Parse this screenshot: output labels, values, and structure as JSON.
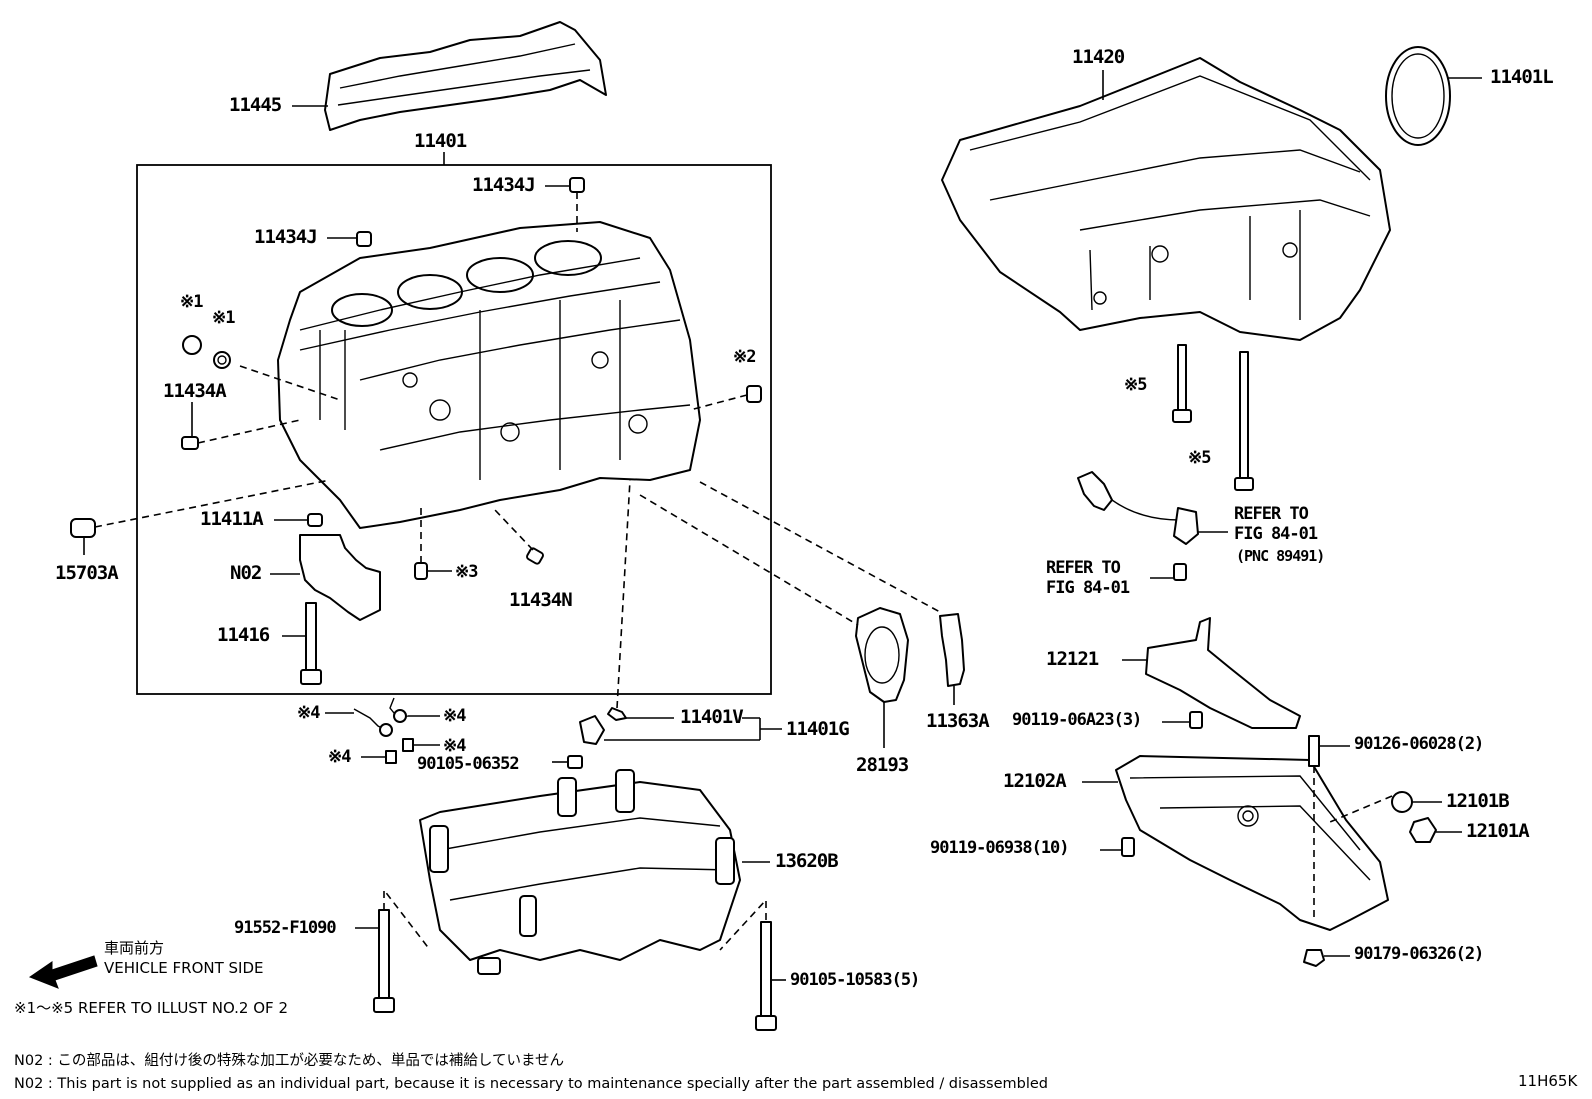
{
  "labels": {
    "p11445": "11445",
    "p11401": "11401",
    "p11434J_a": "11434J",
    "p11434J_b": "11434J",
    "p11434A": "11434A",
    "p11411A": "11411A",
    "p15703A": "15703A",
    "pN02": "N02",
    "p11416": "11416",
    "p11434N": "11434N",
    "ref1a": "※1",
    "ref1b": "※1",
    "ref2": "※2",
    "ref3": "※3",
    "ref4a": "※4",
    "ref4b": "※4",
    "ref4c": "※4",
    "ref4d": "※4",
    "ref5a": "※5",
    "ref5b": "※5",
    "p11401V": "11401V",
    "p11401G": "11401G",
    "p90105_06352": "90105-06352",
    "p28193": "28193",
    "p11363A": "11363A",
    "p13620B": "13620B",
    "p91552_F1090": "91552-F1090",
    "p90105_10583": "90105-10583(5)",
    "p11420": "11420",
    "p11401L": "11401L",
    "refer1_line1": "REFER TO",
    "refer1_line2": "FIG 84-01",
    "refer1_line3": "(PNC 89491)",
    "refer2_line1": "REFER TO",
    "refer2_line2": "FIG 84-01",
    "p12121": "12121",
    "p90119_06A23": "90119-06A23(3)",
    "p90126_06028": "90126-06028(2)",
    "p12102A": "12102A",
    "p12101B": "12101B",
    "p12101A": "12101A",
    "p90119_06938": "90119-06938(10)",
    "p90179_06326": "90179-06326(2)"
  },
  "legend": {
    "front_jp": "車両前方",
    "front_en": "VEHICLE FRONT SIDE",
    "refer_illust": "※1～※5  REFER TO ILLUST NO.2 OF 2"
  },
  "footnotes": {
    "jp": "N02 : この部品は、組付け後の特殊な加工が必要なため、単品では補給していません",
    "en": "N02 : This part is not supplied as an individual part, because it is necessary to maintenance specially after the part assembled / disassembled"
  },
  "illustration_code": "11H65K"
}
